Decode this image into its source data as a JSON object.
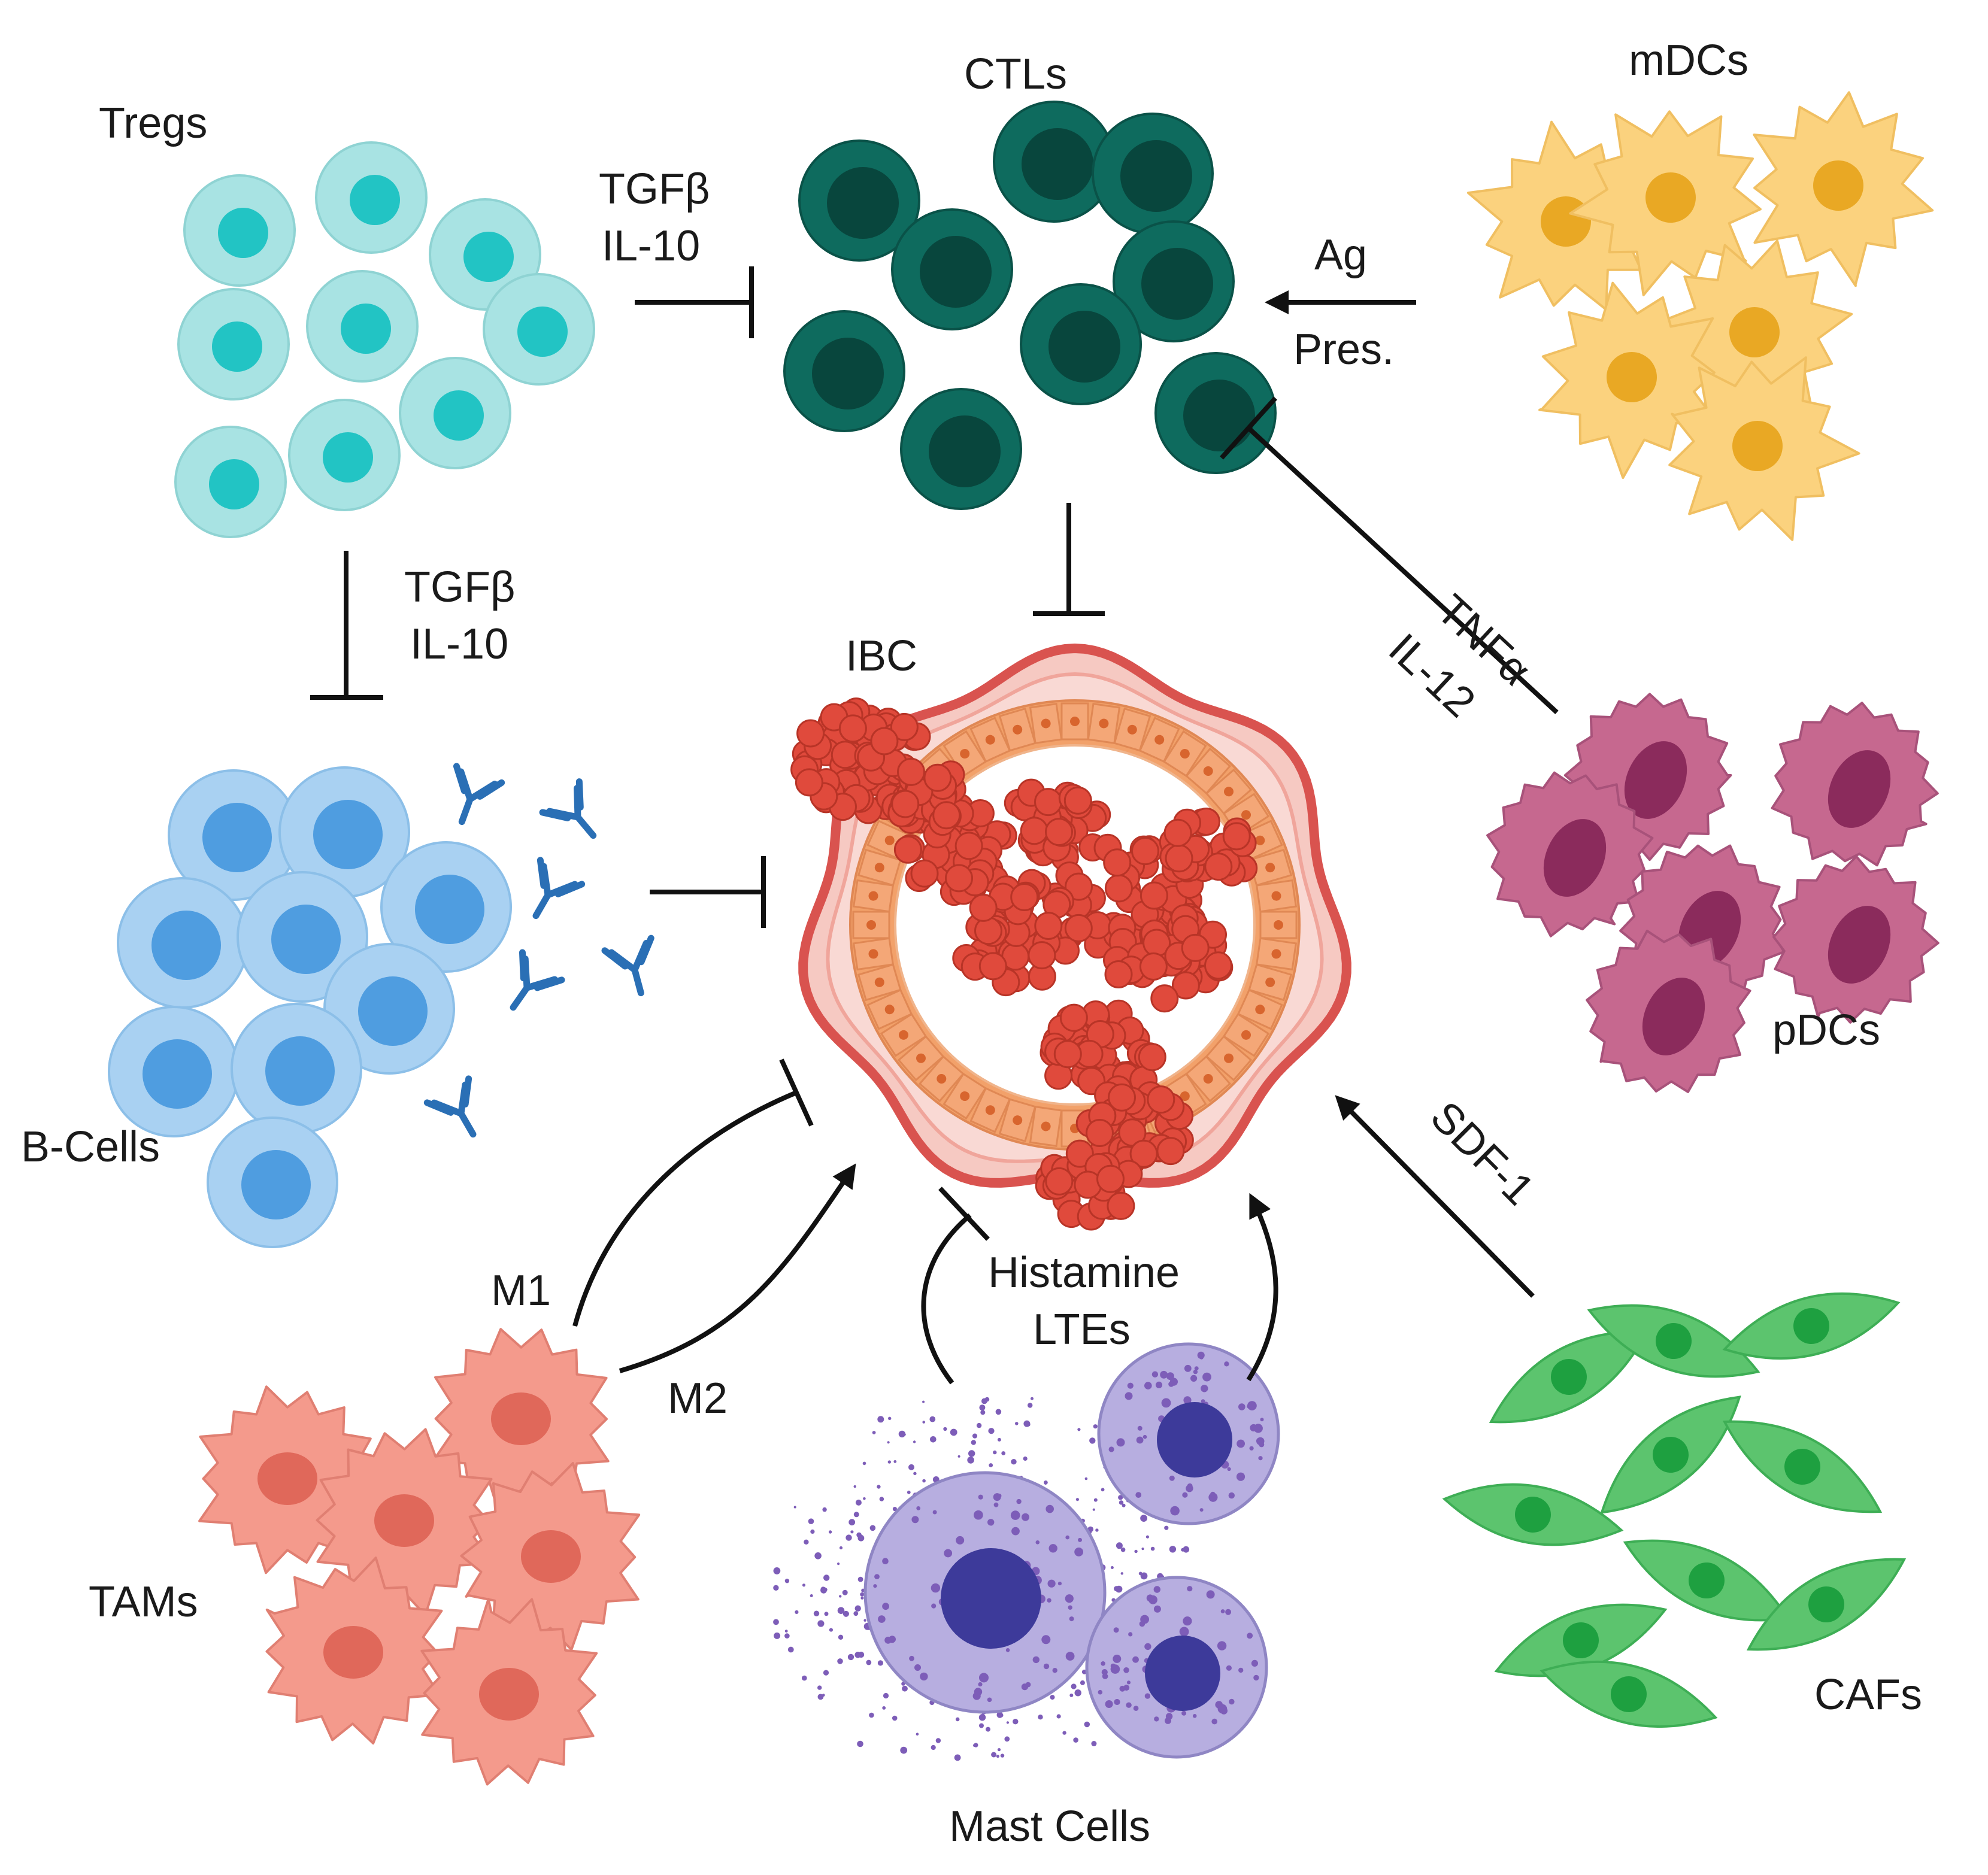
{
  "labels": {
    "tregs": "Tregs",
    "ctls": "CTLs",
    "mdcs": "mDCs",
    "bcells": "B-Cells",
    "ibc": "IBC",
    "pdcs": "pDCs",
    "tams": "TAMs",
    "mast": "Mast Cells",
    "cafs": "CAFs"
  },
  "signals": {
    "tgfb_1": "TGFβ",
    "il10_1": "IL-10",
    "tgfb_2": "TGFβ",
    "il10_2": "IL-10",
    "ag": "Ag",
    "pres": "Pres.",
    "tnfa": "TNFα",
    "il12": "IL-12",
    "sdf1": "SDF-1",
    "m1": "M1",
    "m2": "M2",
    "histamine": "Histamine",
    "ltes": "LTEs"
  },
  "colors": {
    "treg_outer": "#a8e3e3",
    "treg_nucleus": "#22c4c4",
    "ctl_outer": "#0e6b5e",
    "ctl_nucleus": "#08463d",
    "mdc_body": "#fbd27e",
    "mdc_nucleus": "#e9a824",
    "bcell_outer": "#a9d1f2",
    "bcell_nucleus": "#4f9de0",
    "antibody": "#2a6fb5",
    "pdc_body": "#c6688f",
    "pdc_nucleus": "#8b2b5c",
    "tam_body": "#f49a8c",
    "tam_nucleus": "#e0685a",
    "mast_body": "#b7aee0",
    "mast_nucleus": "#3d3a9a",
    "mast_granule": "#7d5db8",
    "caf_body": "#5cc46e",
    "caf_nucleus": "#1ea040",
    "tumor_outer": "#d9534f",
    "tumor_epithelium": "#f2a16a",
    "tumor_cell": "#e04a3c",
    "arrow": "#111111"
  }
}
